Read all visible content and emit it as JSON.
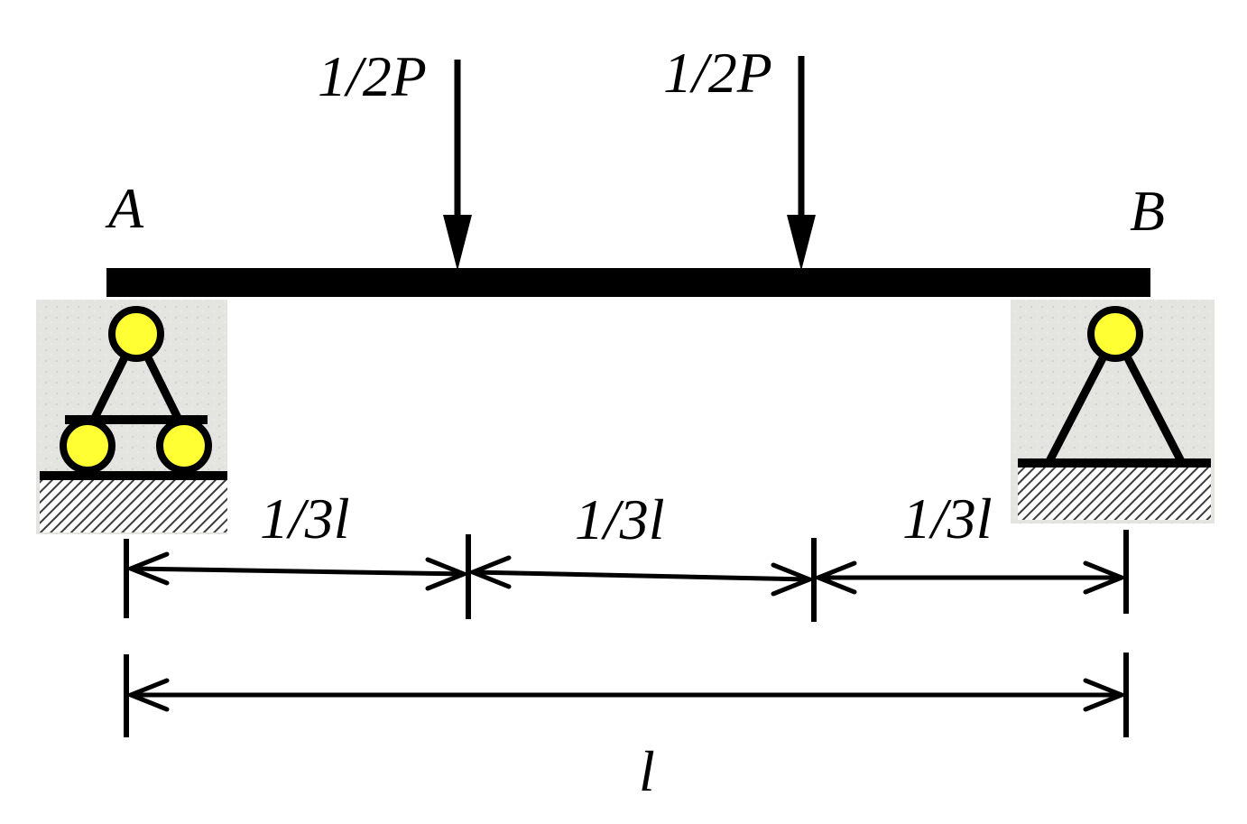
{
  "labels": {
    "support_a": "A",
    "support_b": "B",
    "load_1": "1/2P",
    "load_2": "1/2P",
    "segment_1": "1/3l",
    "segment_2": "1/3l",
    "segment_3": "1/3l",
    "total_span": "l"
  },
  "colors": {
    "line": "#000000",
    "roller": "#ffff33",
    "support_bg": "#e6e6e2",
    "hatch": "#4a4a4a"
  }
}
